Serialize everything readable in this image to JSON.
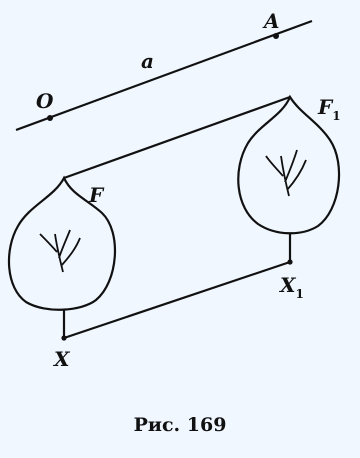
{
  "labels": {
    "O": "O",
    "A": "A",
    "a": "a",
    "F": "F",
    "F1_main": "F",
    "F1_sub": "1",
    "X": "X",
    "X1_main": "X",
    "X1_sub": "1"
  },
  "caption": "Рис. 169"
}
